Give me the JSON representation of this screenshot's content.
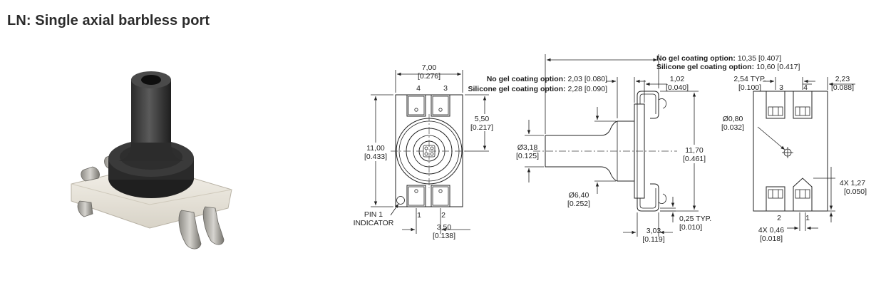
{
  "title": "LN: Single axial barbless port",
  "front_view": {
    "width_mm": "7,00",
    "width_in": "[0.276]",
    "height_mm": "11,00",
    "height_in": "[0.433]",
    "half_height_mm": "5,50",
    "half_height_in": "[0.217]",
    "pin_pitch_mm": "3,50",
    "pin_pitch_in": "[0.138]",
    "pin1_label_a": "PIN 1",
    "pin1_label_b": "INDICATOR",
    "pin_labels": [
      "4",
      "3",
      "1",
      "2"
    ]
  },
  "side_view": {
    "no_gel_label": "No gel coating option:",
    "no_gel_value": "2,03 [0.080]",
    "silicone_gel_label": "Silicone gel coating option:",
    "silicone_gel_value": "2,28 [0.090]",
    "total_no_gel_label": "No gel coating option:",
    "total_no_gel_value": "10,35 [0.407]",
    "total_silicone_label": "Silicone gel coating option:",
    "total_silicone_value": "10,60 [0.417]",
    "flange_mm": "1,02",
    "flange_in": "[0.040]",
    "port_dia_mm": "Ø3,18",
    "port_dia_in": "[0.125]",
    "base_dia_mm": "Ø6,40",
    "base_dia_in": "[0.252]",
    "height_mm": "11,70",
    "height_in": "[0.461]",
    "lead_mm": "3,03",
    "lead_in": "[0.119]",
    "lead_thk_mm": "0,25 TYP.",
    "lead_thk_in": "[0.010]"
  },
  "back_view": {
    "pitch_mm": "2,54 TYP.",
    "pitch_in": "[0.100]",
    "edge_mm": "2,23",
    "edge_in": "[0.088]",
    "hole_mm": "Ø0,80",
    "hole_in": "[0.032]",
    "pad_len_mm": "4X 1,27",
    "pad_len_in": "[0.050]",
    "pad_w_mm": "4X 0,46",
    "pad_w_in": "[0.018]",
    "pin_labels": [
      "3",
      "4",
      "2",
      "1"
    ]
  }
}
